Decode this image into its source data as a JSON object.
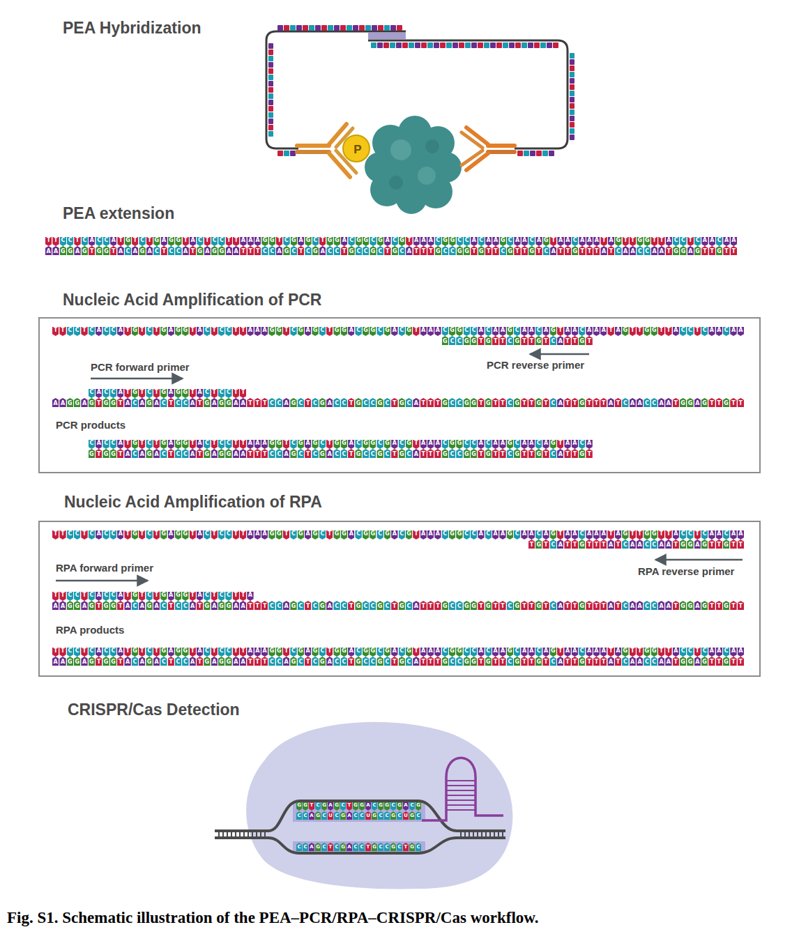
{
  "diagram": {
    "caption": "Fig. S1. Schematic illustration of the PEA–PCR/RPA–CRISPR/Cas workflow.",
    "nodes": [
      {
        "text": [
          "P"
        ]
      },
      {
        "text": [
          "Nucleic Acid Amplification of PCR",
          "TTCCTCACCATGTCTGAGGTACTCCTTAAAGGTCGAGCTGGACGGCGACGTAAACGGCCACAAGCAACAGTAACAAATAGTTGGTTACCTCAACAA",
          "GCCGGTGTTCGTTGTCATTGT",
          "PCR forward primer",
          "PCR reverse primer",
          "CACCATGTCTGAGGTACTCCTT",
          "AAGGAGTGGTACAGACTCCATGAGGAATTTCCAGCTCGACCTGCCGCTGCATTTGCCGGTGTTCGTTGTCATTGTTTATCAACCAATGGAGTTGTT",
          "PCR products",
          "CACCATGTCTGAGGTACTCCTTAAAGGTCGAGCTGGACGGCGACGTAAACGGCCACAAGCAACAGTAACA",
          "GTGGTACAGACTCCATGAGGAATTTCCAGCTCGACCTGCCGCTGCATTTGCCGGTGTTCGTTGTCATTGT"
        ]
      },
      {
        "text": [
          "Nucleic Acid Amplification of RPA",
          "TTCCTCACCATGTCTGAGGTACTCCTTAAAGGTCGAGCTGGACGGCGACGTAAACGGCCACAAGCAACAGTAACAAATAGTTGGTTACCTCAACAA",
          "TGTCATTGTTTATCAACCAATGGAGTTGTT",
          "RPA forward primer",
          "RPA reverse primer",
          "TTCCTCACCATGTCTGAGGTACTCCTTA",
          "AAGGAGTGGTACAGACTCCATGAGGAATTTCCAGCTCGACCTGCCGCTGCATTTGCCGGTGTTCGTTGTCATTGTTTATCAACCAATGGAGTTGTT",
          "RPA products",
          "TTCCTCACCATGTCTGAGGTACTCCTTAAAGGTCGAGCTGGACGGCGACGTAAACGGCCACAAGCAACAGTAACAAATAGTTGGTTACCTCAACAA",
          "AAGGAGTGGTACAGACTCCATGAGGAATTTCCAGCTCGACCTGCCGCTGCATTTGCCGGTGTTCGTTGTCATTGTTTATCAACCAATGGAGTTGTT"
        ]
      }
    ],
    "labels": [
      "PEA Hybridization",
      "PEA extension",
      "TTCCTCACCATGTCTGAGGTACTCCTTAAAGGTCGAGCTGGACGGCGACGTAAACGGCCACAAGCAACAGTAACAAATAGTTGGTTACCTCAACAA",
      "AAGGAGTGGTACAGACTCCATGAGGAATTTCCAGCTCGACCTGCCGCTGCATTTGCCGGTGTTCGTTGTCATTGTTTATCAACCAATGGAGTTGTT",
      "CRISPR/Cas Detection",
      "GGTCGAGCTGGACGGCGACG",
      "CCAGCUCGACCUGCCGCUGC",
      "CCAGCTCGACCTGCCGCTGC"
    ]
  }
}
